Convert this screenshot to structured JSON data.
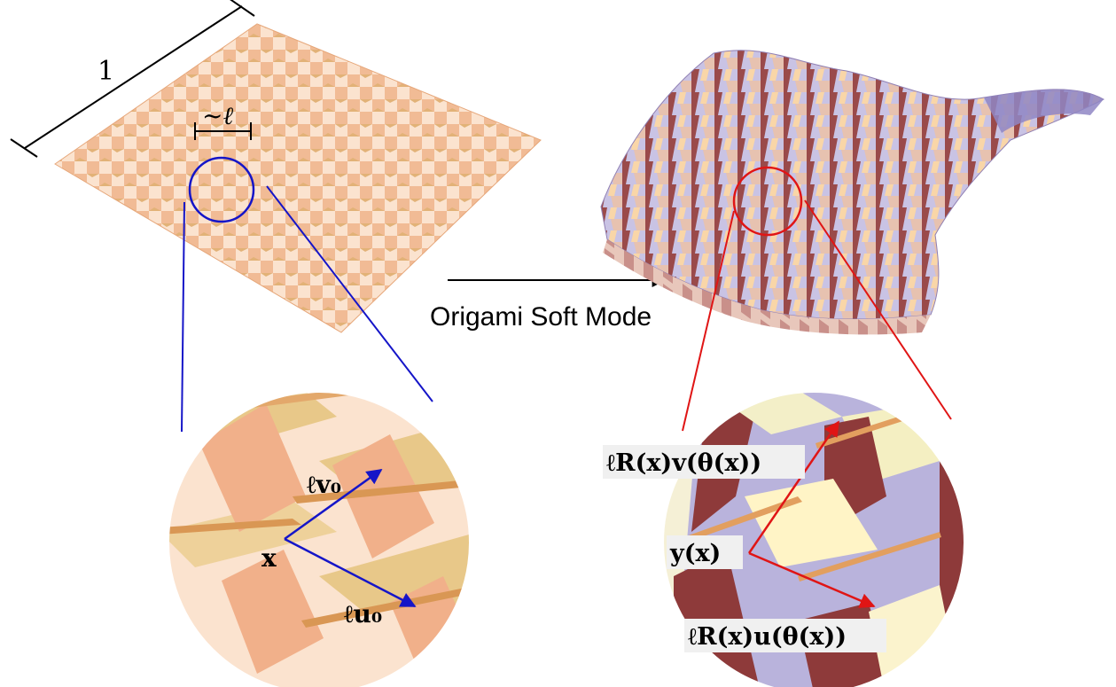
{
  "labels": {
    "scale_length": "1",
    "cell_size": "~ℓ",
    "arrow_caption": "Origami Soft Mode",
    "flat_position": "x",
    "flat_vector_v": "ℓv₀",
    "flat_vector_u": "ℓu₀",
    "deformed_position": "y(x)",
    "deformed_vector_v": "ℓR(x)v(θ(x))",
    "deformed_vector_u": "ℓR(x)u(θ(x))"
  },
  "colors": {
    "flat_light": "#fbe3cf",
    "flat_mid": "#f1bb95",
    "flat_dark": "#e59868",
    "flat_tan": "#e8c889",
    "deformed_lavender": "#b9b3dc",
    "deformed_maroon": "#8e3a3a",
    "deformed_cream": "#f7efc7",
    "zoom_circle_flat": "#1515c8",
    "zoom_circle_deformed": "#e01515"
  }
}
